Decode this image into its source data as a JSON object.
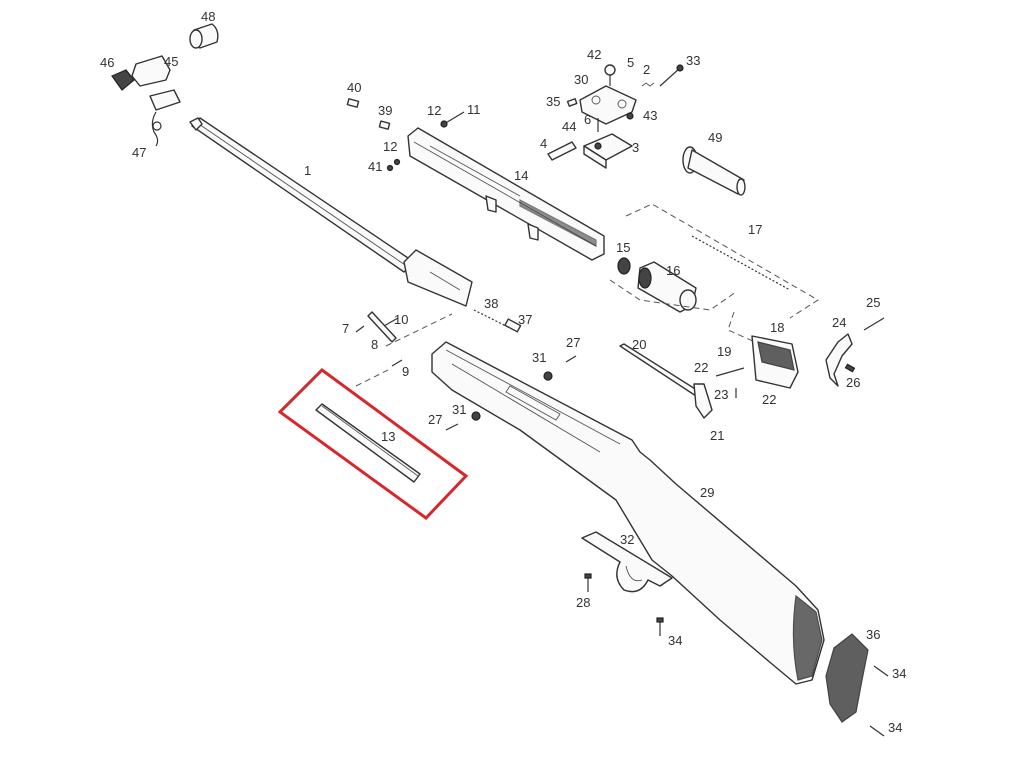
{
  "highlight": {
    "color": "#d9262b",
    "part": "13"
  },
  "parts": [
    {
      "id": "p48",
      "label": "48"
    },
    {
      "id": "p46",
      "label": "46"
    },
    {
      "id": "p45",
      "label": "45"
    },
    {
      "id": "p47",
      "label": "47"
    },
    {
      "id": "p1",
      "label": "1"
    },
    {
      "id": "p40",
      "label": "40"
    },
    {
      "id": "p39",
      "label": "39"
    },
    {
      "id": "p12a",
      "label": "12"
    },
    {
      "id": "p11",
      "label": "11"
    },
    {
      "id": "p12b",
      "label": "12"
    },
    {
      "id": "p41",
      "label": "41"
    },
    {
      "id": "p14",
      "label": "14"
    },
    {
      "id": "p42",
      "label": "42"
    },
    {
      "id": "p5",
      "label": "5"
    },
    {
      "id": "p2",
      "label": "2"
    },
    {
      "id": "p33",
      "label": "33"
    },
    {
      "id": "p30",
      "label": "30"
    },
    {
      "id": "p35",
      "label": "35"
    },
    {
      "id": "p43",
      "label": "43"
    },
    {
      "id": "p44",
      "label": "44"
    },
    {
      "id": "p6",
      "label": "6"
    },
    {
      "id": "p4",
      "label": "4"
    },
    {
      "id": "p3",
      "label": "3"
    },
    {
      "id": "p49",
      "label": "49"
    },
    {
      "id": "p17",
      "label": "17"
    },
    {
      "id": "p15",
      "label": "15"
    },
    {
      "id": "p16",
      "label": "16"
    },
    {
      "id": "p38",
      "label": "38"
    },
    {
      "id": "p37",
      "label": "37"
    },
    {
      "id": "p10",
      "label": "10"
    },
    {
      "id": "p7",
      "label": "7"
    },
    {
      "id": "p8",
      "label": "8"
    },
    {
      "id": "p9",
      "label": "9"
    },
    {
      "id": "p13",
      "label": "13"
    },
    {
      "id": "p31a",
      "label": "31"
    },
    {
      "id": "p27a",
      "label": "27"
    },
    {
      "id": "p31b",
      "label": "31"
    },
    {
      "id": "p27b",
      "label": "27"
    },
    {
      "id": "p20",
      "label": "20"
    },
    {
      "id": "p25",
      "label": "25"
    },
    {
      "id": "p24",
      "label": "24"
    },
    {
      "id": "p18",
      "label": "18"
    },
    {
      "id": "p19",
      "label": "19"
    },
    {
      "id": "p22a",
      "label": "22"
    },
    {
      "id": "p22b",
      "label": "22"
    },
    {
      "id": "p23",
      "label": "23"
    },
    {
      "id": "p21",
      "label": "21"
    },
    {
      "id": "p26",
      "label": "26"
    },
    {
      "id": "p29",
      "label": "29"
    },
    {
      "id": "p32",
      "label": "32"
    },
    {
      "id": "p28",
      "label": "28"
    },
    {
      "id": "p34a",
      "label": "34"
    },
    {
      "id": "p36",
      "label": "36"
    },
    {
      "id": "p34b",
      "label": "34"
    },
    {
      "id": "p34c",
      "label": "34"
    }
  ]
}
